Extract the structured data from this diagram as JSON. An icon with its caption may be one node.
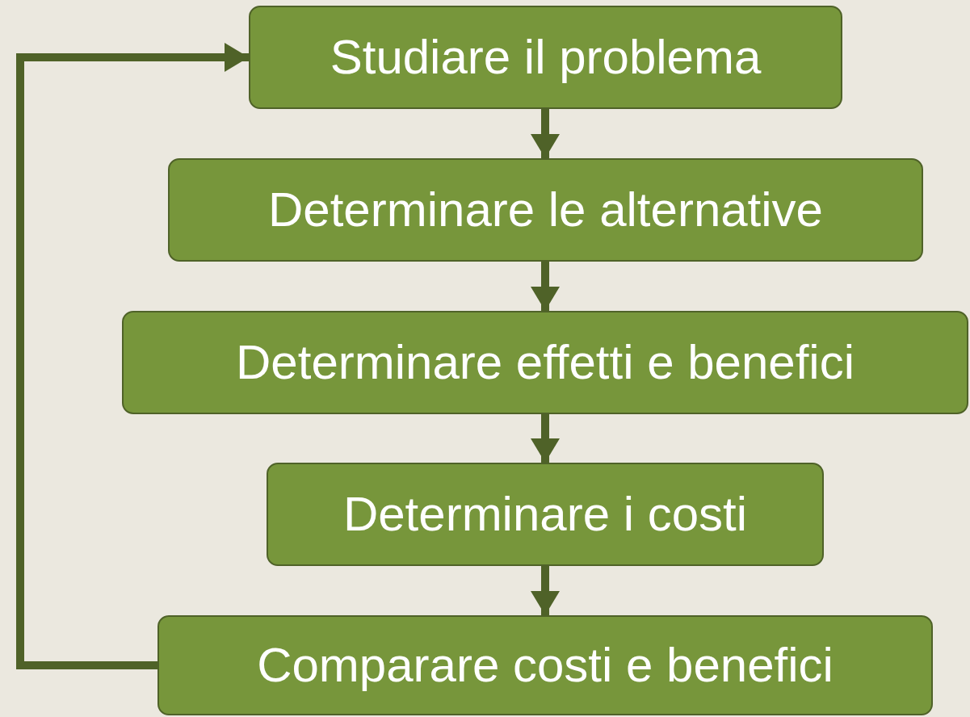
{
  "diagram": {
    "nodes": [
      {
        "text": [
          "Studiare il problema"
        ]
      },
      {
        "text": [
          "Determinare le alternative"
        ]
      },
      {
        "text": [
          "Determinare effetti e benefici"
        ]
      },
      {
        "text": [
          "Determinare i costi"
        ]
      },
      {
        "text": [
          "Comparare costi e benefici"
        ]
      }
    ],
    "edges": [
      {
        "from": 0,
        "to": 1,
        "arrow": "to"
      },
      {
        "from": 1,
        "to": 2,
        "arrow": "to"
      },
      {
        "from": 2,
        "to": 3,
        "arrow": "to"
      },
      {
        "from": 3,
        "to": 4,
        "arrow": "to"
      },
      {
        "from": 4,
        "to": 0,
        "arrow": "to"
      }
    ]
  }
}
